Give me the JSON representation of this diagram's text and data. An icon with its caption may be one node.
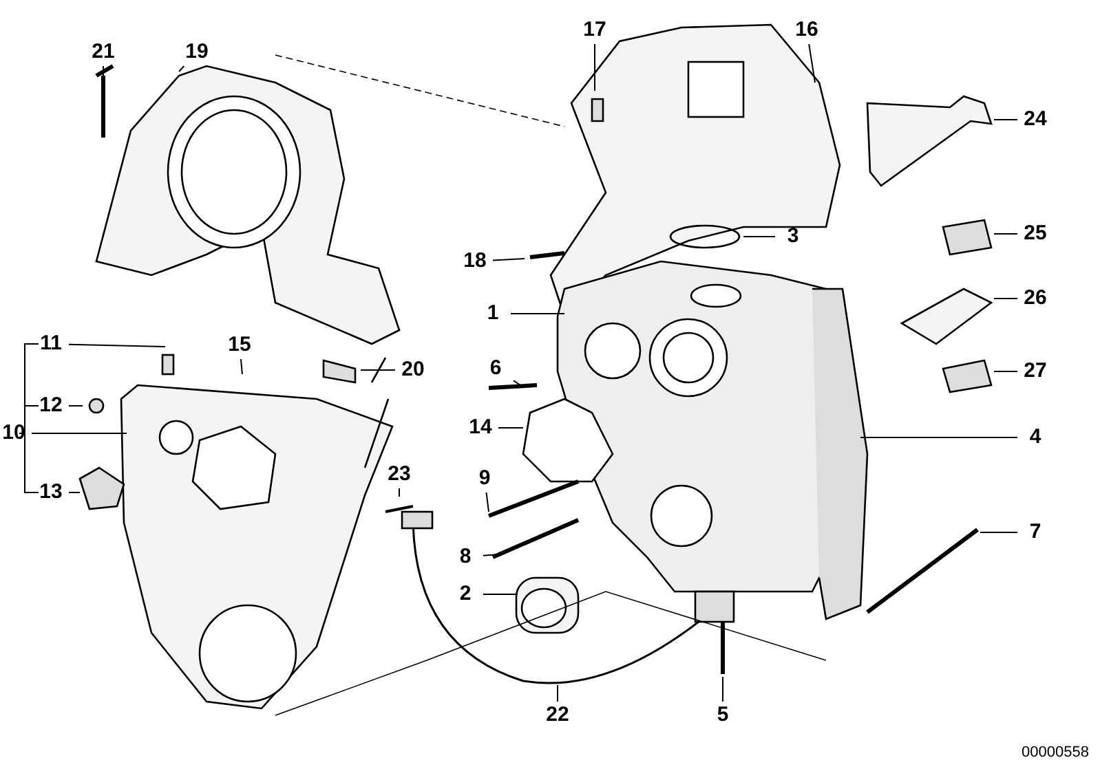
{
  "diagram": {
    "nodes": [
      {
        "text": [
          "21"
        ]
      },
      {
        "text": [
          "19"
        ]
      },
      {
        "text": [
          "17"
        ]
      },
      {
        "text": [
          "16"
        ]
      },
      {
        "text": [
          "24"
        ]
      },
      {
        "text": [
          "18"
        ]
      },
      {
        "text": [
          "3"
        ]
      },
      {
        "text": [
          "25"
        ]
      },
      {
        "text": [
          "1"
        ]
      },
      {
        "text": [
          "26"
        ]
      },
      {
        "text": [
          "6"
        ]
      },
      {
        "text": [
          "20"
        ]
      },
      {
        "text": [
          "15"
        ]
      },
      {
        "text": [
          "11"
        ]
      },
      {
        "text": [
          "27"
        ]
      },
      {
        "text": [
          "12"
        ]
      },
      {
        "text": [
          "10"
        ]
      },
      {
        "text": [
          "14"
        ]
      },
      {
        "text": [
          "4"
        ]
      },
      {
        "text": [
          "13"
        ]
      },
      {
        "text": [
          "23"
        ]
      },
      {
        "text": [
          "9"
        ]
      },
      {
        "text": [
          "7"
        ]
      },
      {
        "text": [
          "8"
        ]
      },
      {
        "text": [
          "2"
        ]
      },
      {
        "text": [
          "22"
        ]
      },
      {
        "text": [
          "5"
        ]
      }
    ],
    "edges": [
      {
        "from": 0,
        "to": null,
        "arrow": "none"
      },
      {
        "from": 1,
        "to": null,
        "arrow": "none"
      },
      {
        "from": 2,
        "to": null,
        "arrow": "none"
      },
      {
        "from": 3,
        "to": null,
        "arrow": "none"
      },
      {
        "from": 4,
        "to": null,
        "arrow": "none"
      },
      {
        "from": 5,
        "to": null,
        "arrow": "none"
      },
      {
        "from": 6,
        "to": null,
        "arrow": "none"
      },
      {
        "from": 7,
        "to": null,
        "arrow": "none"
      },
      {
        "from": 8,
        "to": null,
        "arrow": "none"
      },
      {
        "from": 9,
        "to": null,
        "arrow": "none"
      },
      {
        "from": 10,
        "to": null,
        "arrow": "none"
      },
      {
        "from": 11,
        "to": null,
        "arrow": "none"
      },
      {
        "from": 12,
        "to": null,
        "arrow": "none"
      },
      {
        "from": 13,
        "to": null,
        "arrow": "none"
      },
      {
        "from": 14,
        "to": null,
        "arrow": "none"
      },
      {
        "from": 15,
        "to": null,
        "arrow": "none"
      },
      {
        "from": 16,
        "to": null,
        "arrow": "none"
      },
      {
        "from": 17,
        "to": null,
        "arrow": "none"
      },
      {
        "from": 18,
        "to": null,
        "arrow": "none"
      },
      {
        "from": 19,
        "to": null,
        "arrow": "none"
      },
      {
        "from": 20,
        "to": null,
        "arrow": "none"
      },
      {
        "from": 21,
        "to": null,
        "arrow": "none"
      },
      {
        "from": 22,
        "to": null,
        "arrow": "none"
      },
      {
        "from": 23,
        "to": null,
        "arrow": "none"
      },
      {
        "from": 24,
        "to": null,
        "arrow": "none"
      },
      {
        "from": 25,
        "to": null,
        "arrow": "none"
      },
      {
        "from": 26,
        "to": null,
        "arrow": "none"
      }
    ],
    "labels": [
      "00000558"
    ]
  }
}
